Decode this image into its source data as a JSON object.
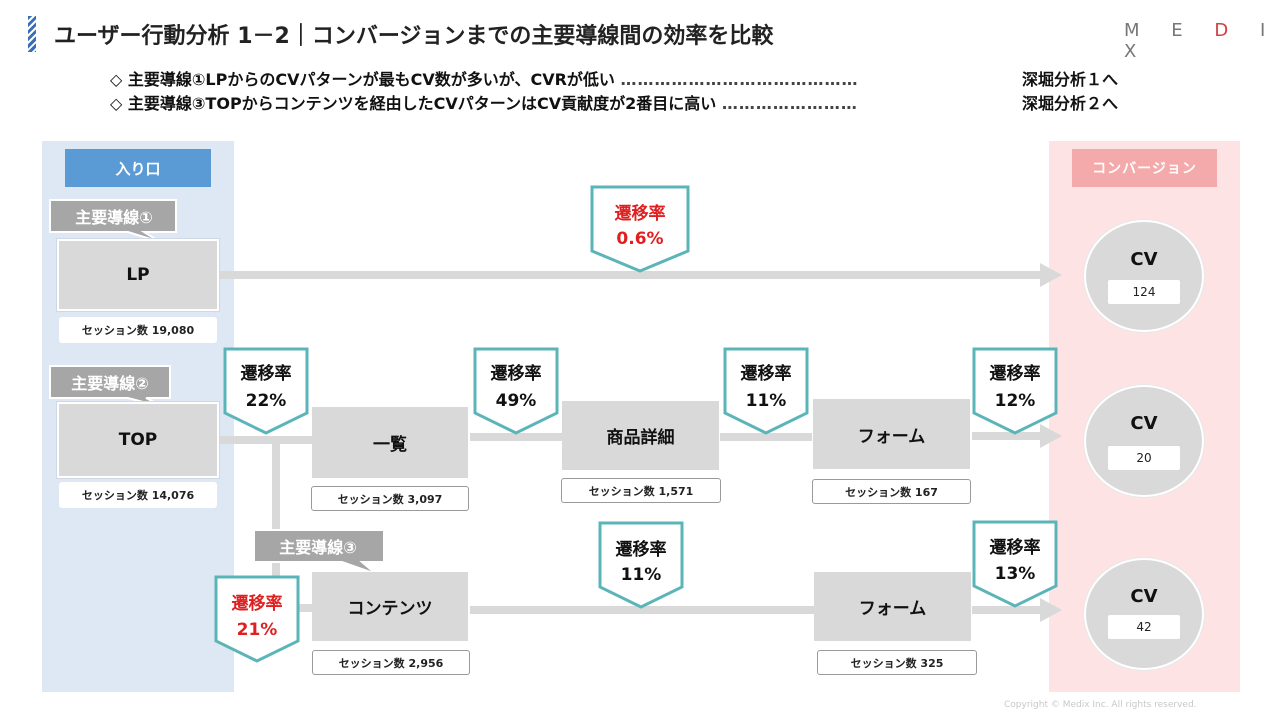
{
  "header": {
    "title": "ユーザー行動分析 1－2｜コンバージョンまでの主要導線間の効率を比較",
    "logo_left": "M E ",
    "logo_accent": "D",
    "logo_right": " I X",
    "findings": [
      {
        "text": "◇ 主要導線①LPからのCVパターンが最もCV数が多いが、CVRが低い",
        "dots": "……………………………………",
        "link": "深堀分析１へ"
      },
      {
        "text": "◇ 主要導線③TOPからコンテンツを経由したCVパターンはCV貢献度が2番目に高い",
        "dots": "……………………",
        "link": "深堀分析２へ"
      }
    ]
  },
  "entry_label": "入り口",
  "conversion_label": "コンバージョン",
  "routes": {
    "route1": "主要導線①",
    "route2": "主要導線②",
    "route3": "主要導線③"
  },
  "nodes": {
    "lp": {
      "label": "LP",
      "session": "セッション数 19,080"
    },
    "top": {
      "label": "TOP",
      "session": "セッション数 14,076"
    },
    "list": {
      "label": "一覧",
      "session": "セッション数 3,097"
    },
    "product": {
      "label": "商品詳細",
      "session": "セッション数 1,571"
    },
    "form1": {
      "label": "フォーム",
      "session": "セッション数 167"
    },
    "content": {
      "label": "コンテンツ",
      "session": "セッション数 2,956"
    },
    "form2": {
      "label": "フォーム",
      "session": "セッション数 325"
    }
  },
  "rates": {
    "lp_cv": {
      "title": "遷移率",
      "value": "0.6%"
    },
    "top_list": {
      "title": "遷移率",
      "value": "22%"
    },
    "list_product": {
      "title": "遷移率",
      "value": "49%"
    },
    "product_form": {
      "title": "遷移率",
      "value": "11%"
    },
    "form_cv": {
      "title": "遷移率",
      "value": "12%"
    },
    "content_form": {
      "title": "遷移率",
      "value": "11%"
    },
    "form2_cv": {
      "title": "遷移率",
      "value": "13%"
    },
    "top_content": {
      "title": "遷移率",
      "value": "21%"
    }
  },
  "cv": {
    "label": "CV",
    "route1": "124",
    "route2": "20",
    "route3": "42"
  },
  "copyright": "Copyright © Medix Inc. All rights reserved.",
  "colors": {
    "accent_blue": "#5b9bd5",
    "teal_border": "#5bb5b8",
    "highlight_red": "#e02020",
    "conversion_pink": "#f4a9aa"
  }
}
